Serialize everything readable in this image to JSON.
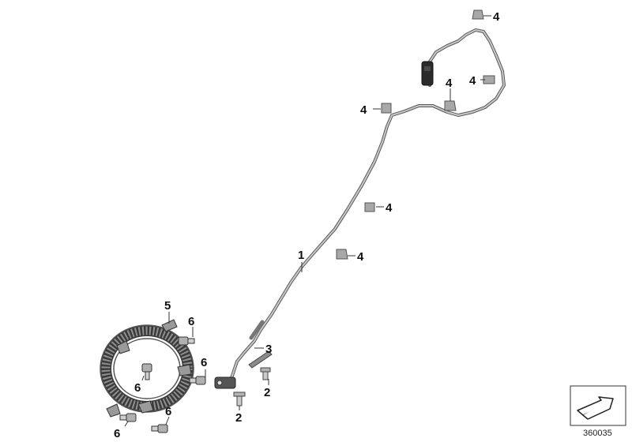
{
  "diagram": {
    "callouts": [
      {
        "id": "c1",
        "label": "1"
      },
      {
        "id": "c2a",
        "label": "2"
      },
      {
        "id": "c2b",
        "label": "2"
      },
      {
        "id": "c3",
        "label": "3"
      },
      {
        "id": "c4a",
        "label": "4"
      },
      {
        "id": "c4b",
        "label": "4"
      },
      {
        "id": "c4c",
        "label": "4"
      },
      {
        "id": "c4d",
        "label": "4"
      },
      {
        "id": "c4e",
        "label": "4"
      },
      {
        "id": "c4f",
        "label": "4"
      },
      {
        "id": "c5",
        "label": "5"
      },
      {
        "id": "c6a",
        "label": "6"
      },
      {
        "id": "c6b",
        "label": "6"
      },
      {
        "id": "c6c",
        "label": "6"
      },
      {
        "id": "c6d",
        "label": "6"
      },
      {
        "id": "c6e",
        "label": "6"
      }
    ],
    "diagram_number": "360035",
    "colors": {
      "line": "#555555",
      "part": "#9a9a9a",
      "dark": "#2a2a2a"
    }
  }
}
